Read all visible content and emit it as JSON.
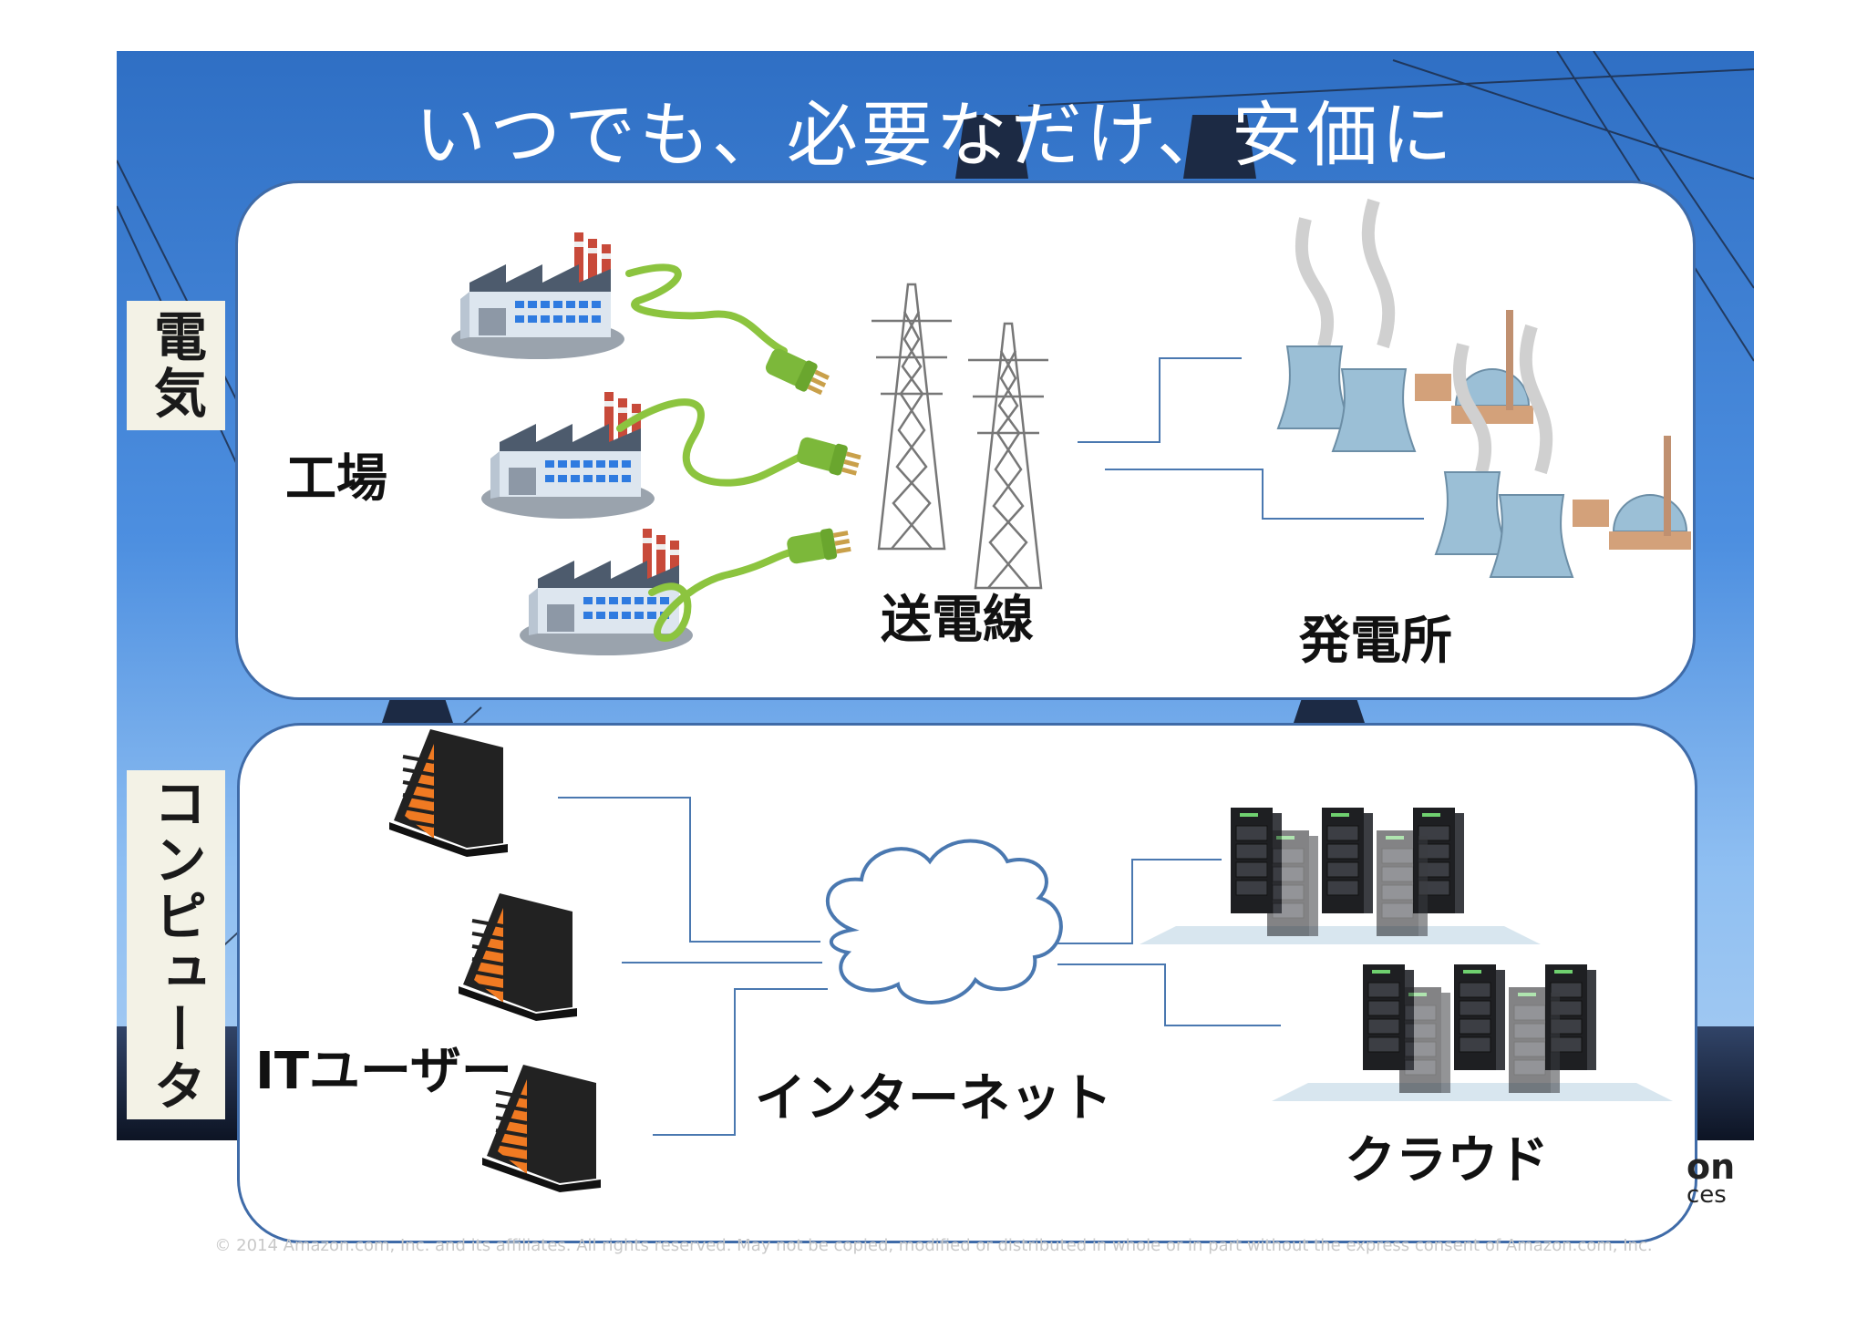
{
  "title": "いつでも、必要なだけ、安価に",
  "electricity": {
    "side_label": "電気",
    "factory_label": "工場",
    "transmission_label": "送電線",
    "plant_label": "発電所"
  },
  "computer": {
    "side_label": "コンピュータ",
    "users_label": "ITユーザー",
    "internet_label": "インターネット",
    "cloud_label": "クラウド"
  },
  "branding": {
    "logo_text": "on",
    "logo_sub": "ces"
  },
  "copyright": "© 2014 Amazon.com, Inc. and its affiliates.  All rights reserved.  May not be copied, modified or distributed in whole or in part without the express consent of Amazon.com, Inc.",
  "colors": {
    "sky_top": "#2f6fc4",
    "sky_bottom": "#a9cdf2",
    "panel_border": "#3f6ba8",
    "connector_line": "#4a78b0",
    "cable_green": "#8cc43f",
    "building_orange": "#f07a22",
    "cooling_tower": "#9bbfd6"
  },
  "icons": [
    "factory-icon",
    "power-plug-icon",
    "transmission-tower-icon",
    "power-plant-icon",
    "office-building-icon",
    "cloud-icon",
    "server-rack-icon"
  ]
}
